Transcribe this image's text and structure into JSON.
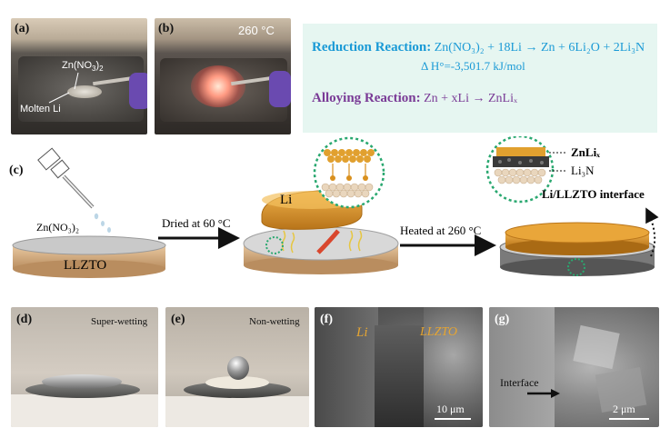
{
  "panels": {
    "a": "(a)",
    "b": "(b)",
    "c": "(c)",
    "d": "(d)",
    "e": "(e)",
    "f": "(f)",
    "g": "(g)"
  },
  "photo_a": {
    "label_zn": "Zn(NO",
    "label_zn_sub": "3",
    "label_zn_end": ")",
    "label_zn_sub2": "2",
    "label_li": "Molten Li"
  },
  "photo_b": {
    "temp": "260 °C"
  },
  "reactions": {
    "reduction_head": "Reduction Reaction:",
    "reduction_eq": "Zn(NO₃)₂ + 18Li → Zn + 6Li₂O + 2Li₃N",
    "enthalpy": "Δ H°=-3,501.7 kJ/mol",
    "alloying_head": "Alloying Reaction:",
    "alloying_eq": "Zn + xLi → ZnLiₓ"
  },
  "schematic": {
    "dropper_label": "Zn(NO₃)₂",
    "disk_label": "LLZTO",
    "arrow1_label": "Dried at 60 °C",
    "li_label": "Li",
    "arrow2_label": "Heated at 260 °C",
    "znli_label": "ZnLiₓ",
    "li3n_label": "Li₃N",
    "interface_label": "Li/LLZTO interface"
  },
  "photo_d": {
    "caption": "Super-wetting"
  },
  "photo_e": {
    "caption": "Non-wetting"
  },
  "photo_f": {
    "li": "Li",
    "llzto": "LLZTO",
    "scale": "10 μm"
  },
  "photo_g": {
    "interface": "Interface",
    "scale": "2 μm"
  },
  "colors": {
    "reduction": "#1a9ad6",
    "alloying": "#7a3b96",
    "box": "#e6f6f1",
    "gold": "#d9901e",
    "dotted": "#2aa870"
  }
}
